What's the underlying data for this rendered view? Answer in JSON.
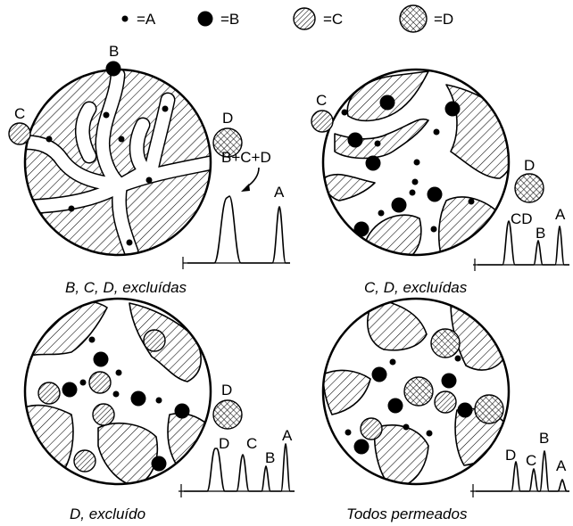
{
  "legend": [
    {
      "symbol": "small-black-dot",
      "label": "=A"
    },
    {
      "symbol": "large-black-dot",
      "label": "=B"
    },
    {
      "symbol": "hatched-circle",
      "label": "=C"
    },
    {
      "symbol": "crosshatched-circle",
      "label": "=D"
    }
  ],
  "panels": [
    {
      "caption": "B, C, D, excluídas",
      "outside_labels": [
        "B",
        "C",
        "D"
      ],
      "peak_labels": [
        "B+C+D",
        "A"
      ]
    },
    {
      "caption": "C, D, excluídas",
      "outside_labels": [
        "C",
        "D"
      ],
      "peak_labels": [
        "CD",
        "B",
        "A"
      ]
    },
    {
      "caption": "D, excluído",
      "outside_labels": [
        "D"
      ],
      "peak_labels": [
        "D",
        "C",
        "B",
        "A"
      ]
    },
    {
      "caption": "Todos permeados",
      "outside_labels": [],
      "peak_labels": [
        "D",
        "C",
        "B",
        "A"
      ]
    }
  ]
}
